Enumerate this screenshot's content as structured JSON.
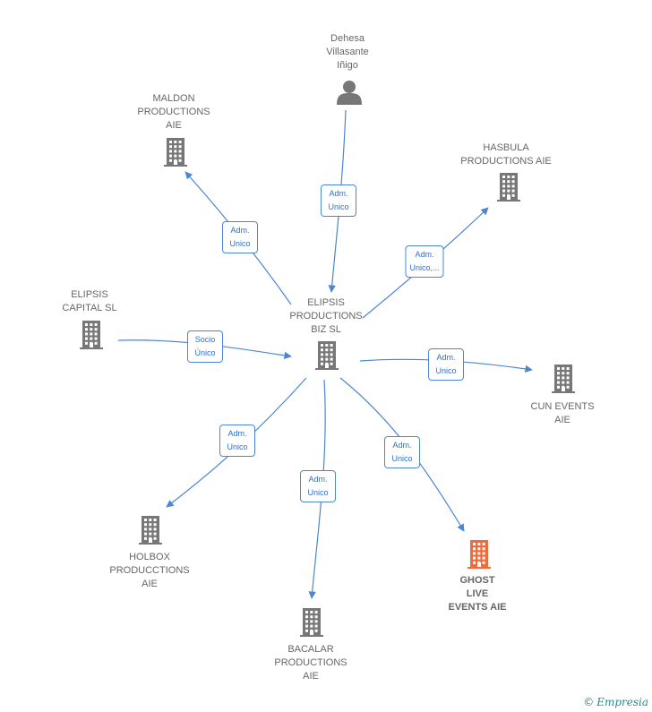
{
  "colors": {
    "edge": "#4a86d4",
    "node": "#777777",
    "focus": "#f26a3a",
    "label": "#666666"
  },
  "nodes": [
    {
      "id": "dehesa",
      "type": "person",
      "label": "Dehesa\nVillasante\nIñigo"
    },
    {
      "id": "maldon",
      "type": "company",
      "label": "MALDON\nPRODUCTIONS\nAIE"
    },
    {
      "id": "hasbula",
      "type": "company",
      "label": "HASBULA\nPRODUCTIONS AIE"
    },
    {
      "id": "elipsis_capital",
      "type": "company",
      "label": "ELIPSIS\nCAPITAL  SL"
    },
    {
      "id": "elipsis_prod",
      "type": "company",
      "label": "ELIPSIS\nPRODUCTIONS\nBIZ  SL"
    },
    {
      "id": "cun",
      "type": "company",
      "label": "CUN EVENTS\nAIE"
    },
    {
      "id": "holbox",
      "type": "company",
      "label": "HOLBOX\nPRODUCCTIONS\nAIE"
    },
    {
      "id": "bacalar",
      "type": "company",
      "label": "BACALAR\nPRODUCTIONS\nAIE"
    },
    {
      "id": "ghost",
      "type": "company",
      "focus": true,
      "label": "GHOST\nLIVE\nEVENTS  AIE"
    }
  ],
  "edges": [
    {
      "from": "dehesa",
      "to": "elipsis_prod",
      "label": "Adm.\nUnico"
    },
    {
      "from": "elipsis_prod",
      "to": "maldon",
      "label": "Adm.\nUnico"
    },
    {
      "from": "elipsis_prod",
      "to": "hasbula",
      "label": "Adm.\nUnico,..."
    },
    {
      "from": "elipsis_capital",
      "to": "elipsis_prod",
      "label": "Socio\nÚnico"
    },
    {
      "from": "elipsis_prod",
      "to": "cun",
      "label": "Adm.\nUnico"
    },
    {
      "from": "elipsis_prod",
      "to": "holbox",
      "label": "Adm.\nUnico"
    },
    {
      "from": "elipsis_prod",
      "to": "bacalar",
      "label": "Adm.\nUnico"
    },
    {
      "from": "elipsis_prod",
      "to": "ghost",
      "label": "Adm.\nUnico"
    }
  ],
  "brand": {
    "copyright": "©",
    "name": "Empresia"
  }
}
